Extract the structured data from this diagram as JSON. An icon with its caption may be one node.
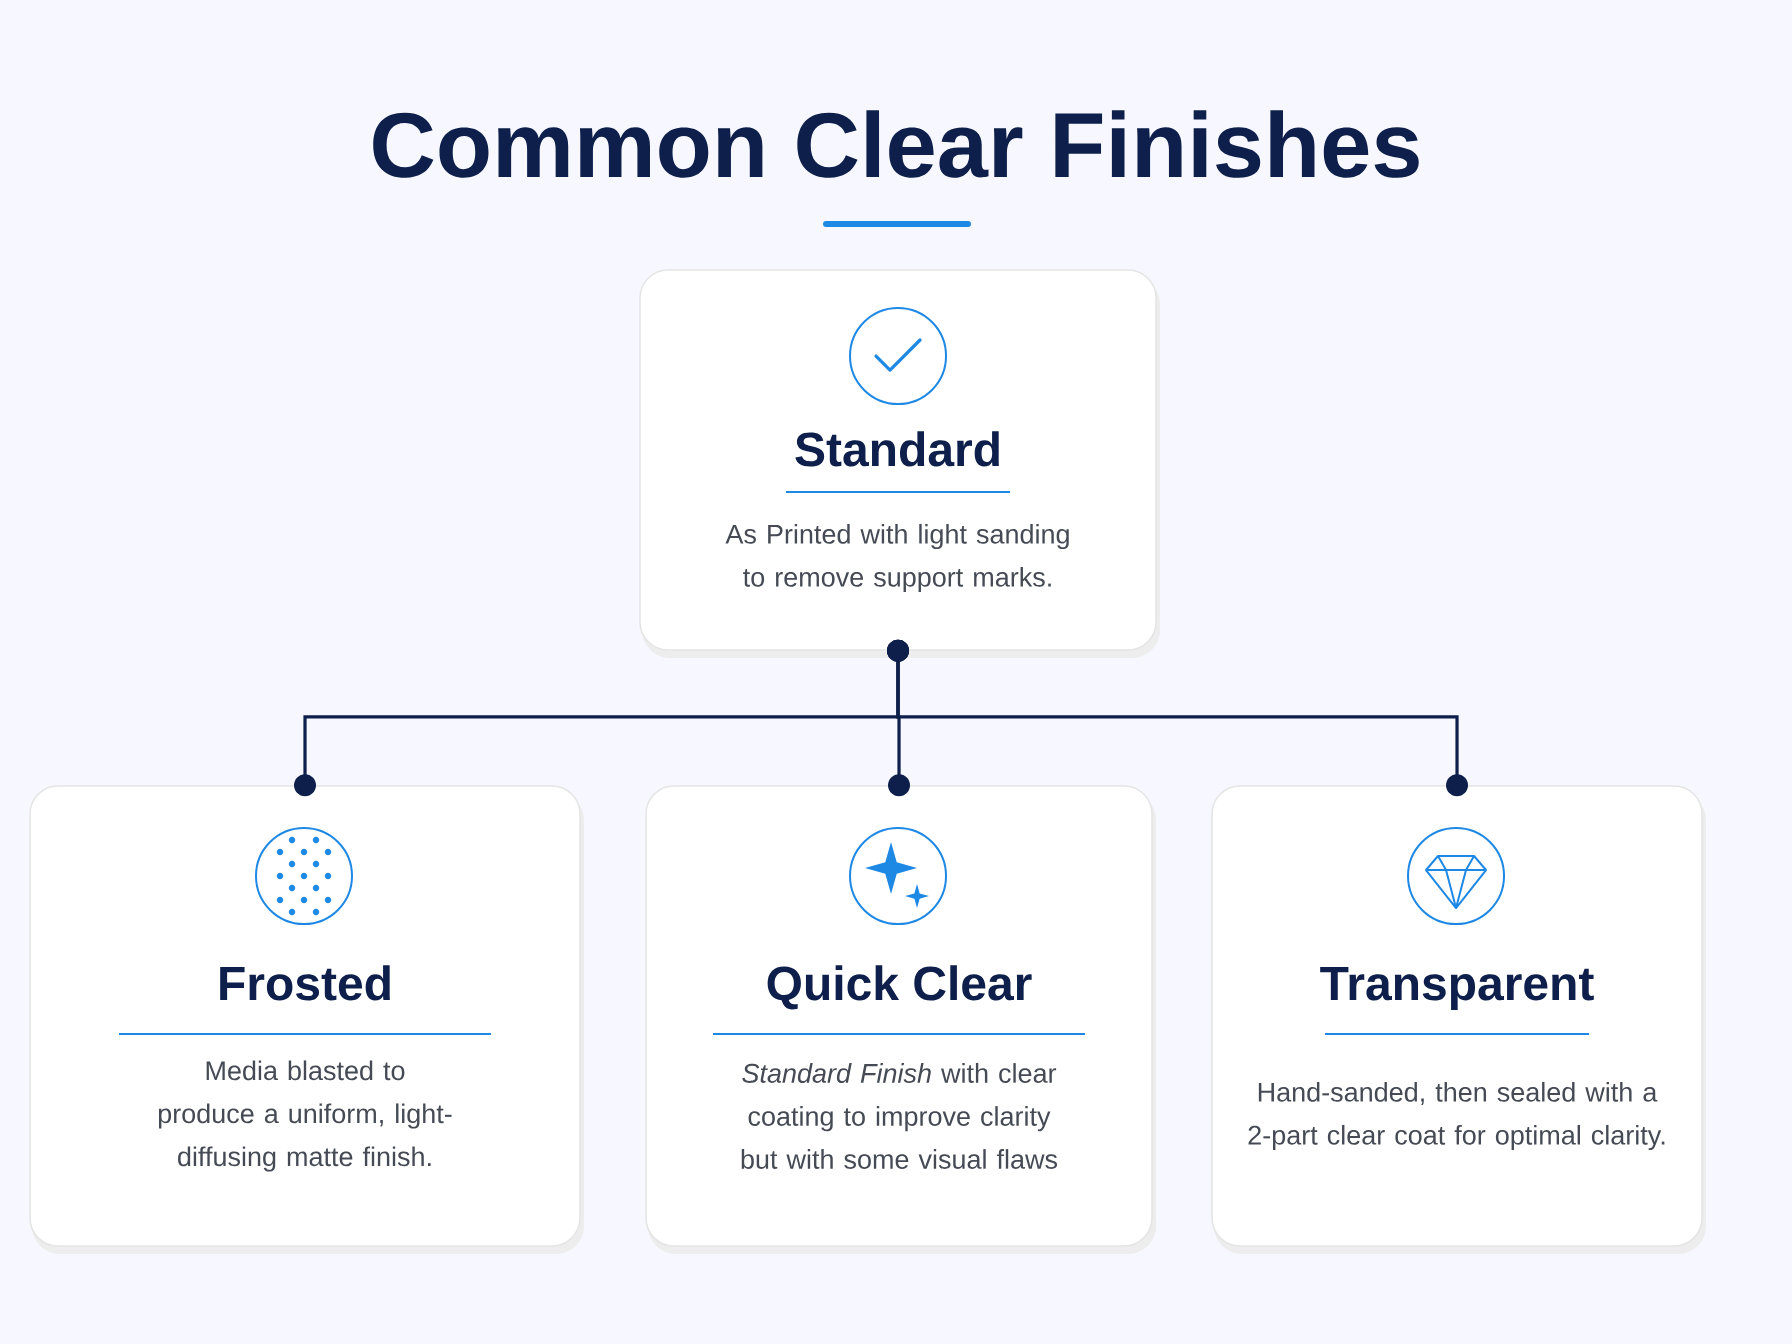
{
  "diagram": {
    "title": "Common Clear Finishes",
    "nodes": [
      {
        "text": [
          "Standard",
          "As Printed with light sanding to remove support marks."
        ]
      },
      {
        "text": [
          "Frosted",
          "Media blasted to produce a uniform, light-diffusing matte finish."
        ]
      },
      {
        "text": [
          "Quick Clear",
          "*Standard Finish* with clear coating to improve clarity but with some visual flaws"
        ]
      },
      {
        "text": [
          "Transparent",
          "Hand-sanded, then sealed with a 2-part clear coat for optimal clarity."
        ]
      }
    ],
    "edges": [
      {
        "from": 0,
        "to": 1,
        "arrow": "other"
      },
      {
        "from": 0,
        "to": 2,
        "arrow": "other"
      },
      {
        "from": 0,
        "to": 3,
        "arrow": "other"
      }
    ]
  }
}
